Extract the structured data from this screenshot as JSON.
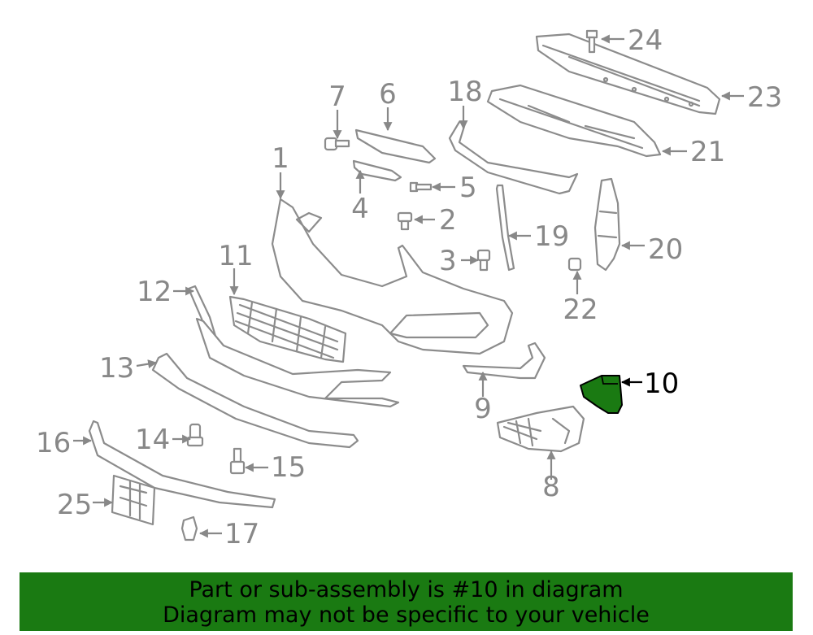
{
  "labels": {
    "p1": "1",
    "p2": "2",
    "p3": "3",
    "p4": "4",
    "p5": "5",
    "p6": "6",
    "p7": "7",
    "p8": "8",
    "p9": "9",
    "p10": "10",
    "p11": "11",
    "p12": "12",
    "p13": "13",
    "p14": "14",
    "p15": "15",
    "p16": "16",
    "p17": "17",
    "p18": "18",
    "p19": "19",
    "p20": "20",
    "p21": "21",
    "p22": "22",
    "p23": "23",
    "p24": "24",
    "p25": "25"
  },
  "highlight": {
    "part_number": "10",
    "color": "#1a7a12"
  },
  "colors": {
    "line": "#8c8c8c",
    "label": "#888888",
    "banner": "#1a7a12"
  },
  "banner": {
    "line1": "Part or sub-assembly is #10 in diagram",
    "line2": "Diagram may not be specific to your vehicle"
  }
}
